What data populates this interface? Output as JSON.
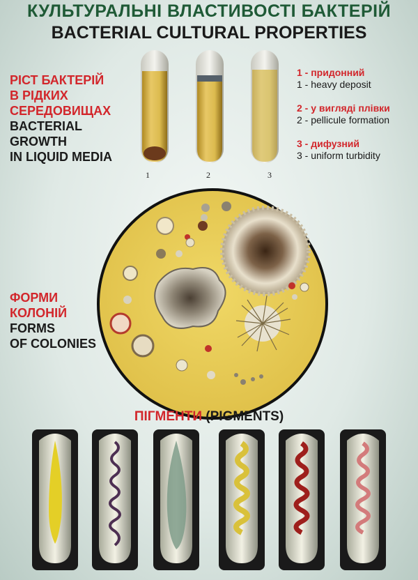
{
  "header": {
    "title_uk": "КУЛЬТУРАЛЬНІ ВЛАСТИВОСТІ БАКТЕРІЙ",
    "title_en": "BACTERIAL CULTURAL PROPERTIES"
  },
  "liquid_media": {
    "label_uk_lines": [
      "РІСТ БАКТЕРІЙ",
      "В РІДКИХ",
      "СЕРЕДОВИЩАХ"
    ],
    "label_en_lines": [
      "BACTERIAL",
      "GROWTH",
      "IN LIQUID MEDIA"
    ],
    "tube_numbers": [
      "1",
      "2",
      "3"
    ],
    "legend": [
      {
        "uk": "1 - придонний",
        "en": "1 - heavy deposit"
      },
      {
        "uk": "2 - у вигляді плівки",
        "en": "2 - pellicule formation"
      },
      {
        "uk": "3 - дифузний",
        "en": "3 - uniform turbidity"
      }
    ]
  },
  "colonies": {
    "label_uk_lines": [
      "ФОРМИ",
      "КОЛОНІЙ"
    ],
    "label_en_lines": [
      "FORMS",
      "OF COLONIES"
    ]
  },
  "pigments": {
    "title_uk": "ПІГМЕНТИ",
    "title_en": "(PIGMENTS)"
  },
  "colors": {
    "accent_red": "#d2262b",
    "title_green": "#1f5a36",
    "agar_yellow": "#e9cf55"
  }
}
